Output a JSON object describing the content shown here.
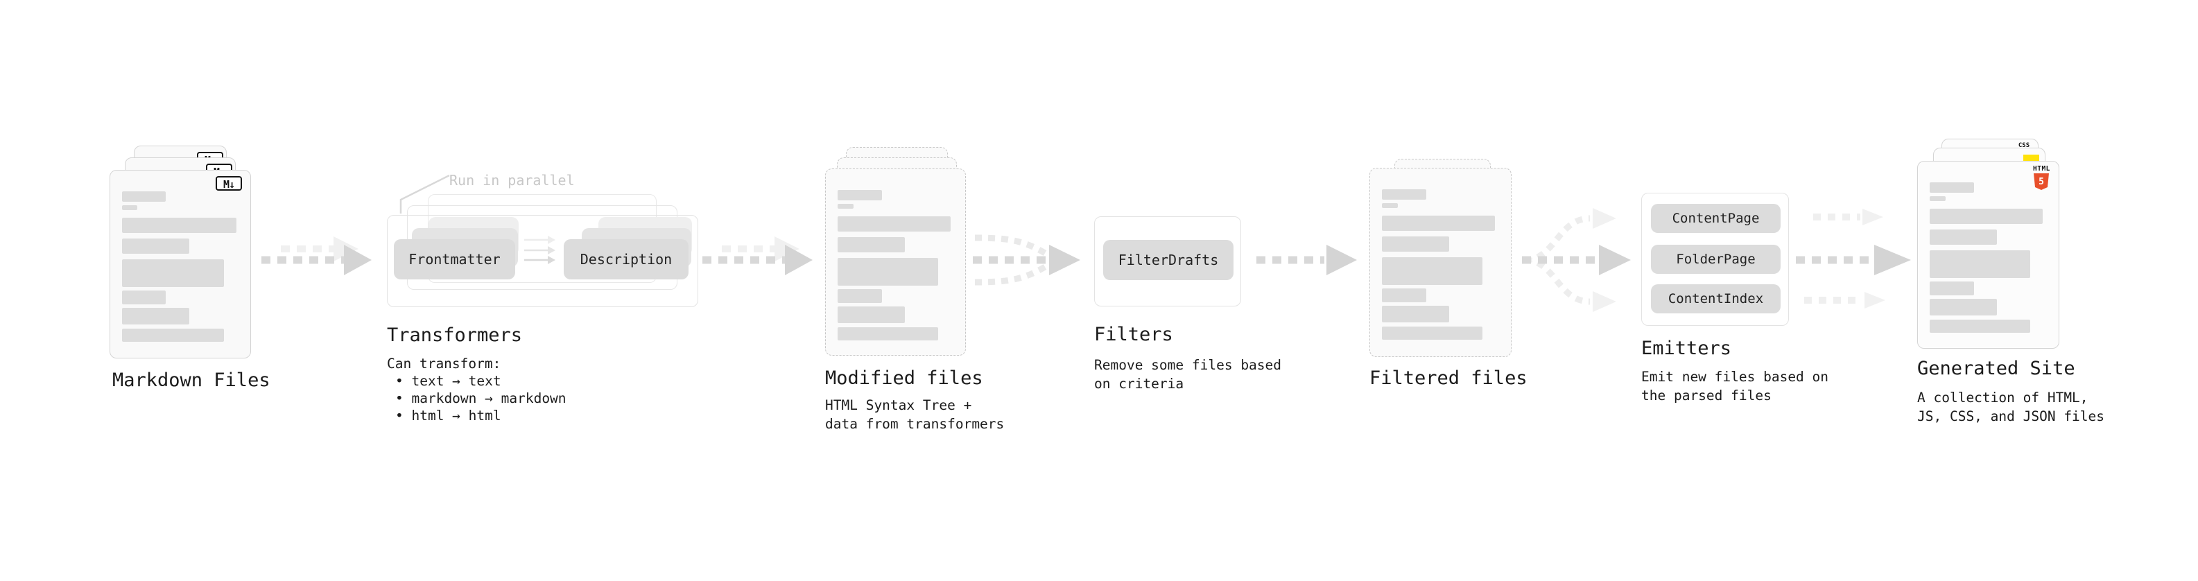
{
  "stages": {
    "markdown_files": {
      "label": "Markdown Files"
    },
    "transformers": {
      "label": "Transformers",
      "annotation": "Run in parallel",
      "pill_left": "Frontmatter",
      "pill_right": "Description",
      "caption_title": "Can transform:",
      "bullets": {
        "b1": "• text → text",
        "b2": "• markdown → markdown",
        "b3": "• html → html"
      }
    },
    "modified_files": {
      "label": "Modified files",
      "caption_line1": "HTML Syntax Tree +",
      "caption_line2": "data from transformers"
    },
    "filters": {
      "label": "Filters",
      "pill": "FilterDrafts",
      "caption_line1": "Remove some files based",
      "caption_line2": "on criteria"
    },
    "filtered_files": {
      "label": "Filtered files"
    },
    "emitters": {
      "label": "Emitters",
      "pill_1": "ContentPage",
      "pill_2": "FolderPage",
      "pill_3": "ContentIndex",
      "caption_line1": "Emit new files based on",
      "caption_line2": "the parsed files"
    },
    "generated_site": {
      "label": "Generated Site",
      "caption_line1": "A collection of HTML,",
      "caption_line2": "JS, CSS, and JSON files"
    }
  },
  "icons": {
    "markdown_badge": "M↓",
    "css_badge": "CSS",
    "html_badge_label": "HTML",
    "html_badge_number": "5"
  },
  "colors": {
    "html5_orange": "#e8502b",
    "css_blue": "#2563eb",
    "js_yellow": "#ffe20a",
    "arrow_gray": "#d8d8d8",
    "arrow_ghost": "#f0f0f0"
  }
}
